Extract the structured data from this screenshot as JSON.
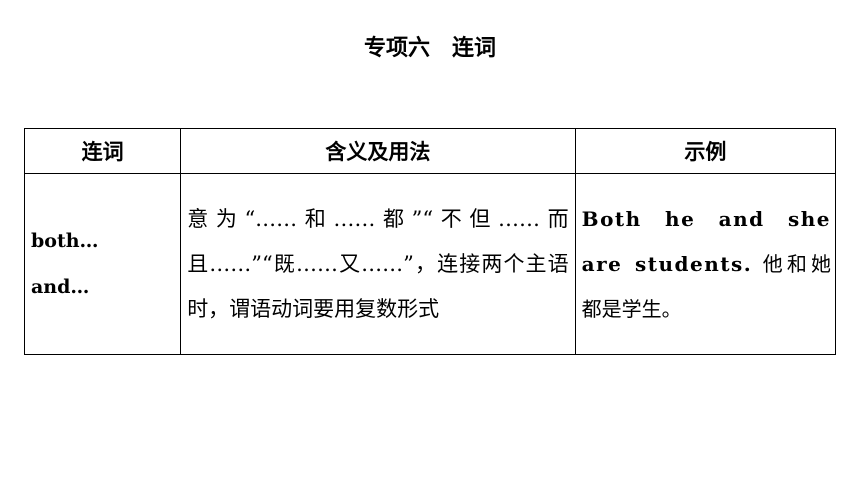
{
  "page": {
    "title": "专项六　连词"
  },
  "table": {
    "headers": [
      "连词",
      "含义及用法",
      "示例"
    ],
    "rows": [
      {
        "word_lines": [
          "both…",
          "and…"
        ],
        "usage": "意为“……和……都”“不但……而且……”“既……又……”，连接两个主语时，谓语动词要用复数形式",
        "example_en": "Both he and she are students.",
        "example_zh": " 他和她都是学生。"
      }
    ]
  }
}
